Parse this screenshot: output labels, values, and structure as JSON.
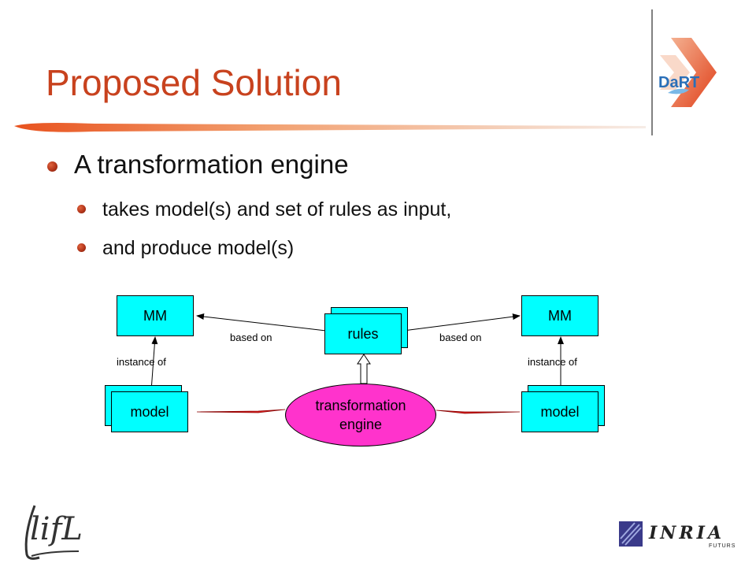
{
  "slide": {
    "title": "Proposed Solution",
    "bullet_main": "A transformation engine",
    "sub_bullets": [
      "takes model(s) and set of rules as input,",
      "and produce model(s)"
    ]
  },
  "diagram": {
    "left_mm": "MM",
    "right_mm": "MM",
    "rules": "rules",
    "left_model": "model",
    "right_model": "model",
    "engine_line1": "transformation",
    "engine_line2": "engine",
    "based_on_left": "based on",
    "based_on_right": "based on",
    "instance_of_left": "instance of",
    "instance_of_right": "instance of"
  },
  "logos": {
    "dart": "DaRT",
    "lifl": "lifL",
    "inria": "INRIA",
    "inria_sub": "FUTURS"
  },
  "colors": {
    "title": "#c8421e",
    "box_fill": "#00ffff",
    "engine_fill": "#ff33cc",
    "arrow_red": "#e02020"
  }
}
